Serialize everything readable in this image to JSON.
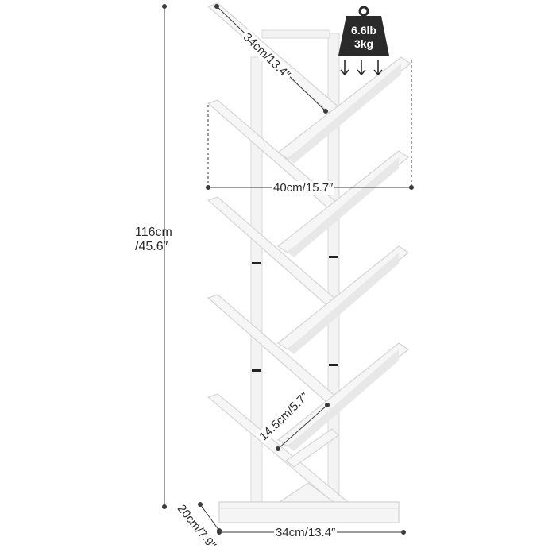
{
  "weight": {
    "line1": "6.6lb",
    "line2": "3kg"
  },
  "dimensions": {
    "top_width": "34cm/13.4″",
    "width": "40cm/15.7″",
    "height_cm": "116cm",
    "height_in": "/45.6″",
    "shelf_depth": "14.5cm/5.7″",
    "base_depth": "20cm/7.9″",
    "base_width": "34cm/13.4″"
  },
  "colors": {
    "shelf": "#f4f4f4",
    "edge": "#dcdcdc",
    "line": "#3a3a3a",
    "weight_icon": "#2a2a2a"
  }
}
